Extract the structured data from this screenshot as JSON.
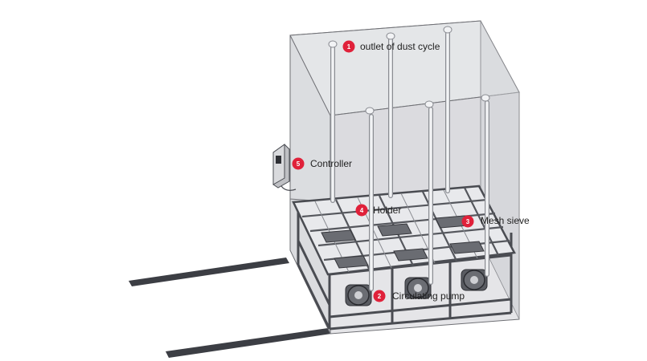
{
  "colors": {
    "marker": "#e0213a",
    "enclosure": "#d7d8dc",
    "enclosure_edge": "#6f7075",
    "frame": "#4a4c52",
    "pipe": "#f2f3f5",
    "pipe_edge": "#8a8c92",
    "rail": "#3c3e44"
  },
  "callouts": [
    {
      "id": "1",
      "number": "1",
      "label": "outlet of dust cycle"
    },
    {
      "id": "2",
      "number": "2",
      "label": "Circulating pump"
    },
    {
      "id": "3",
      "number": "3",
      "label": "Mesh sieve"
    },
    {
      "id": "4",
      "number": "4",
      "label": "Holder"
    },
    {
      "id": "5",
      "number": "5",
      "label": "Controller"
    }
  ]
}
